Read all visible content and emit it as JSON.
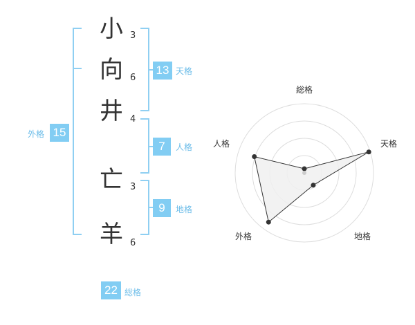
{
  "name": {
    "surname": [
      {
        "char": "小",
        "strokes": "3"
      },
      {
        "char": "向",
        "strokes": "6"
      },
      {
        "char": "井",
        "strokes": "4"
      }
    ],
    "given": [
      {
        "char": "亡",
        "strokes": "3"
      },
      {
        "char": "羊",
        "strokes": "6"
      }
    ]
  },
  "fortune": {
    "tenkaku": {
      "value": "13",
      "label": "天格"
    },
    "jinkaku": {
      "value": "7",
      "label": "人格"
    },
    "chikaku": {
      "value": "9",
      "label": "地格"
    },
    "gaikaku": {
      "value": "15",
      "label": "外格"
    },
    "soukaku": {
      "value": "22",
      "label": "総格"
    }
  },
  "radar": {
    "axes": [
      "総格",
      "天格",
      "地格",
      "外格",
      "人格"
    ],
    "levels": 4,
    "values": [
      0.06,
      0.98,
      0.22,
      0.88,
      0.76
    ],
    "colors": {
      "grid": "#dddddd",
      "fill": "#f0f0f0",
      "stroke": "#333333",
      "center": "#cccccc"
    }
  },
  "colors": {
    "accent": "#82cdf3",
    "bracket": "#8fcff2"
  }
}
